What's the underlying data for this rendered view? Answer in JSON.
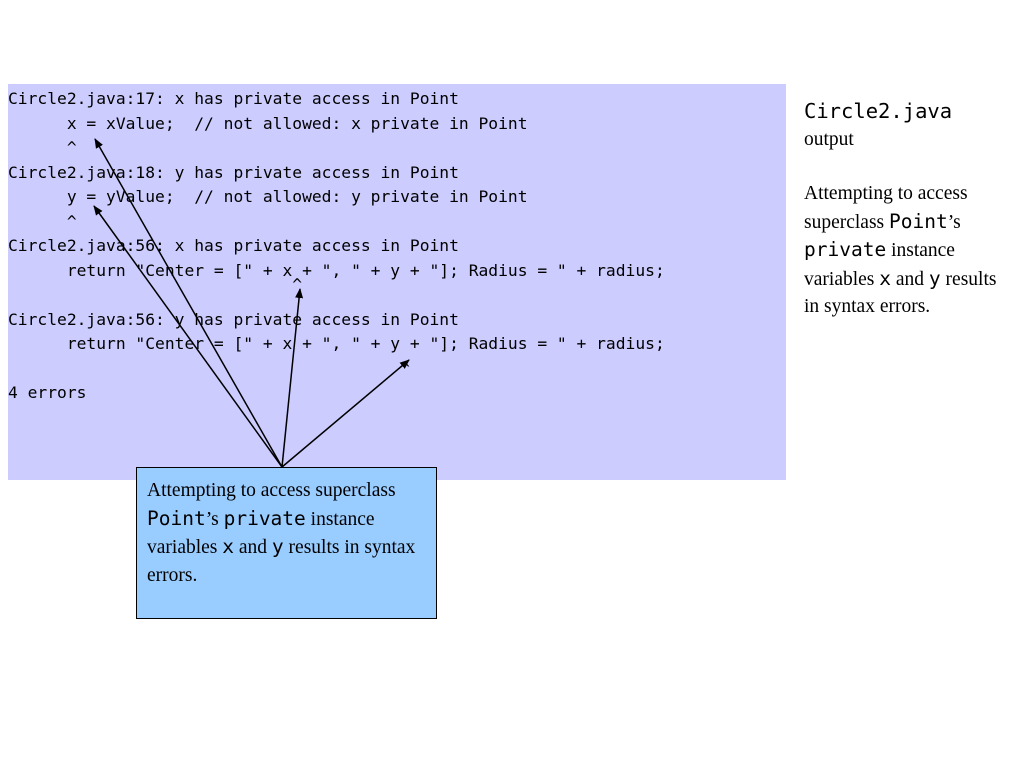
{
  "compiler_output": {
    "lines": [
      "Circle2.java:17: x has private access in Point",
      "      x = xValue;  // not allowed: x private in Point",
      "      ^",
      "Circle2.java:18: y has private access in Point",
      "      y = yValue;  // not allowed: y private in Point",
      "      ^",
      "Circle2.java:56: x has private access in Point",
      "      return \"Center = [\" + x + \", \" + y + \"]; Radius = \" + radius;",
      "                             ^",
      "Circle2.java:56: y has private access in Point",
      "      return \"Center = [\" + x + \", \" + y + \"]; Radius = \" + radius;",
      "                                        ^",
      "4 errors"
    ]
  },
  "side_caption": {
    "title": "Circle2.java",
    "subtitle": "output",
    "p1": "Attempting to access superclass ",
    "p2": "Point",
    "p3": "’s ",
    "p4": "private",
    "p5": " instance variables ",
    "p6": "x",
    "p7": " and ",
    "p8": "y",
    "p9": " results in syntax errors."
  },
  "callout": {
    "p1": "Attempting to access superclass ",
    "p2": "Point",
    "p3": "’s ",
    "p4": "private",
    "p5": " instance variables ",
    "p6": "x",
    "p7": " and ",
    "p8": "y",
    "p9": " results in syntax errors."
  },
  "colors": {
    "output_background": "#ccccff",
    "callout_background": "#99ccff",
    "text": "#000000"
  }
}
